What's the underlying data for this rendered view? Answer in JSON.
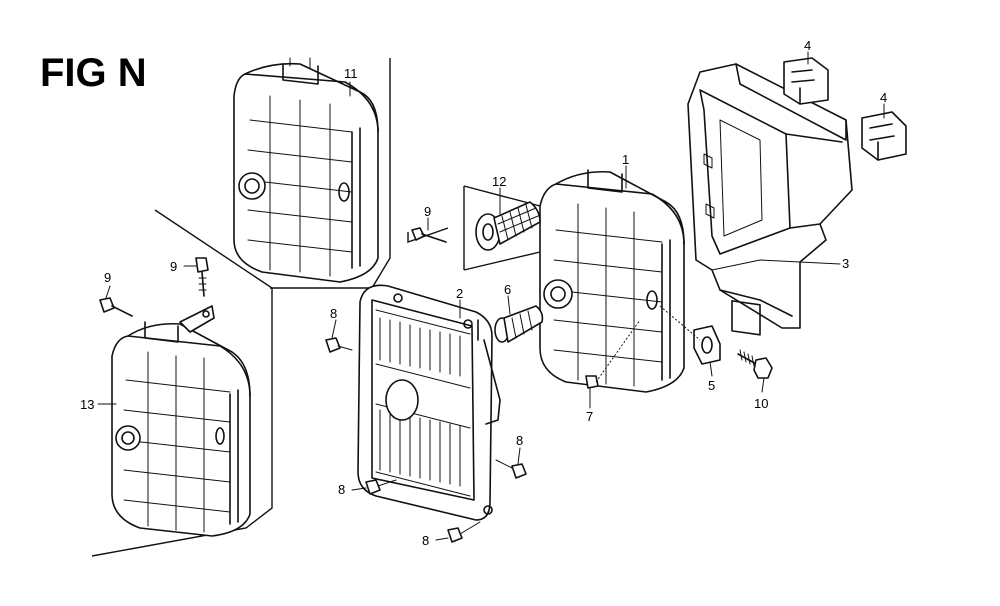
{
  "figure": {
    "title": "FIG N"
  },
  "callouts": {
    "c1": "1",
    "c2": "2",
    "c3": "3",
    "c4a": "4",
    "c4b": "4",
    "c5": "5",
    "c6": "6",
    "c7": "7",
    "c8a": "8",
    "c8b": "8",
    "c8c": "8",
    "c8d": "8",
    "c9a": "9",
    "c9b": "9",
    "c9c": "9",
    "c10": "10",
    "c11": "11",
    "c12": "12",
    "c13": "13"
  }
}
